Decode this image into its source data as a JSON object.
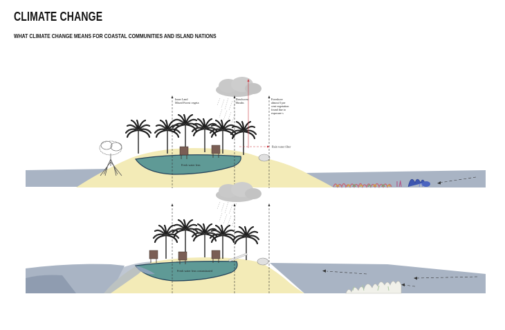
{
  "header": {
    "title": "CLIMATE CHANGE",
    "subtitle": "WHAT CLIMATE CHANGE MEANS FOR COASTAL COMMUNITIES AND ISLAND NATIONS"
  },
  "top_diagram": {
    "labels": {
      "inner_land": [
        "Inner Land",
        "Mixed Forest vegeta"
      ],
      "beachcrest": [
        "Beachcrest",
        "Shrubs"
      ],
      "foreshore": [
        "Foreshore",
        "almost 0 per",
        "cent vegetation",
        "found due to",
        "exposure s"
      ],
      "rain_water": "Rain water filter",
      "fresh_water": "Fresh water lens"
    }
  },
  "bottom_diagram": {
    "labels": {
      "fresh_water": "Fresh water lens contaminated"
    }
  },
  "colors": {
    "sea": "#a9b4c4",
    "sea_dark": "#8f9cb0",
    "sand": "#f3ebb7",
    "lens": "#5f9a96",
    "lens_border": "#24425a",
    "cloud": "#c4c4c4"
  }
}
